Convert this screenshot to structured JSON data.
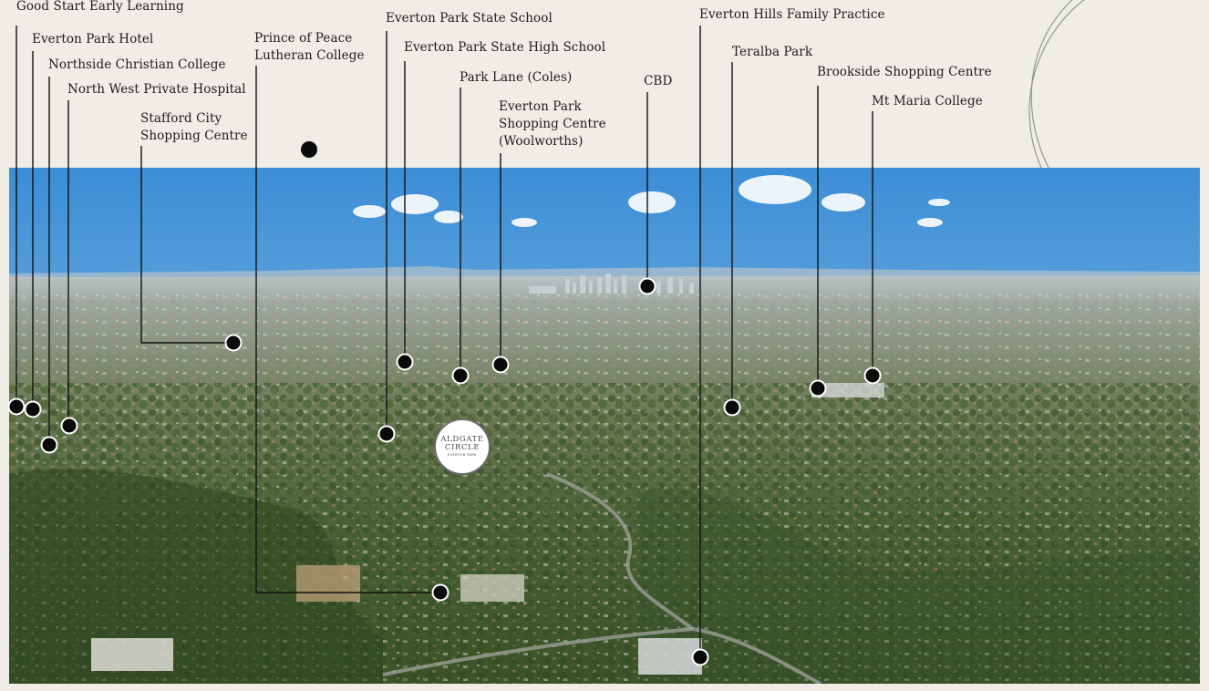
{
  "map": {
    "title": "",
    "development_logo": {
      "line1": "ALDGATE",
      "line2": "CIRCLE",
      "tagline": "EVERTON PARK"
    }
  },
  "landmarks": [
    {
      "id": "good-start-early-learning",
      "lines": [
        "Good Start Early Learning"
      ]
    },
    {
      "id": "everton-park-hotel",
      "lines": [
        "Everton Park Hotel"
      ]
    },
    {
      "id": "northside-christian-college",
      "lines": [
        "Northside Christian College"
      ]
    },
    {
      "id": "north-west-private-hospital",
      "lines": [
        "North West Private Hospital"
      ]
    },
    {
      "id": "stafford-city-shopping-centre",
      "lines": [
        "Stafford City",
        "Shopping Centre"
      ]
    },
    {
      "id": "prince-of-peace-lutheran-college",
      "lines": [
        "Prince of Peace",
        "Lutheran College"
      ]
    },
    {
      "id": "everton-park-state-school",
      "lines": [
        "Everton Park State School"
      ]
    },
    {
      "id": "everton-park-state-high-school",
      "lines": [
        "Everton Park State High School"
      ]
    },
    {
      "id": "park-lane-coles",
      "lines": [
        "Park Lane (Coles)"
      ]
    },
    {
      "id": "everton-park-shopping-centre",
      "lines": [
        "Everton Park",
        "Shopping Centre",
        "(Woolworths)"
      ]
    },
    {
      "id": "cbd",
      "lines": [
        "CBD"
      ]
    },
    {
      "id": "everton-hills-family-practice",
      "lines": [
        "Everton Hills Family Practice"
      ]
    },
    {
      "id": "teralba-park",
      "lines": [
        "Teralba Park"
      ]
    },
    {
      "id": "brookside-shopping-centre",
      "lines": [
        "Brookside Shopping Centre"
      ]
    },
    {
      "id": "mt-maria-college",
      "lines": [
        "Mt Maria College"
      ]
    }
  ],
  "colors": {
    "background": "#f0ede6",
    "sky_top": "#3c8ed4",
    "sky_bottom": "#cfe0ee",
    "leader_line": "#111111",
    "marker": "#0a0a0a",
    "decorative_arc": "#8a9a8e"
  }
}
